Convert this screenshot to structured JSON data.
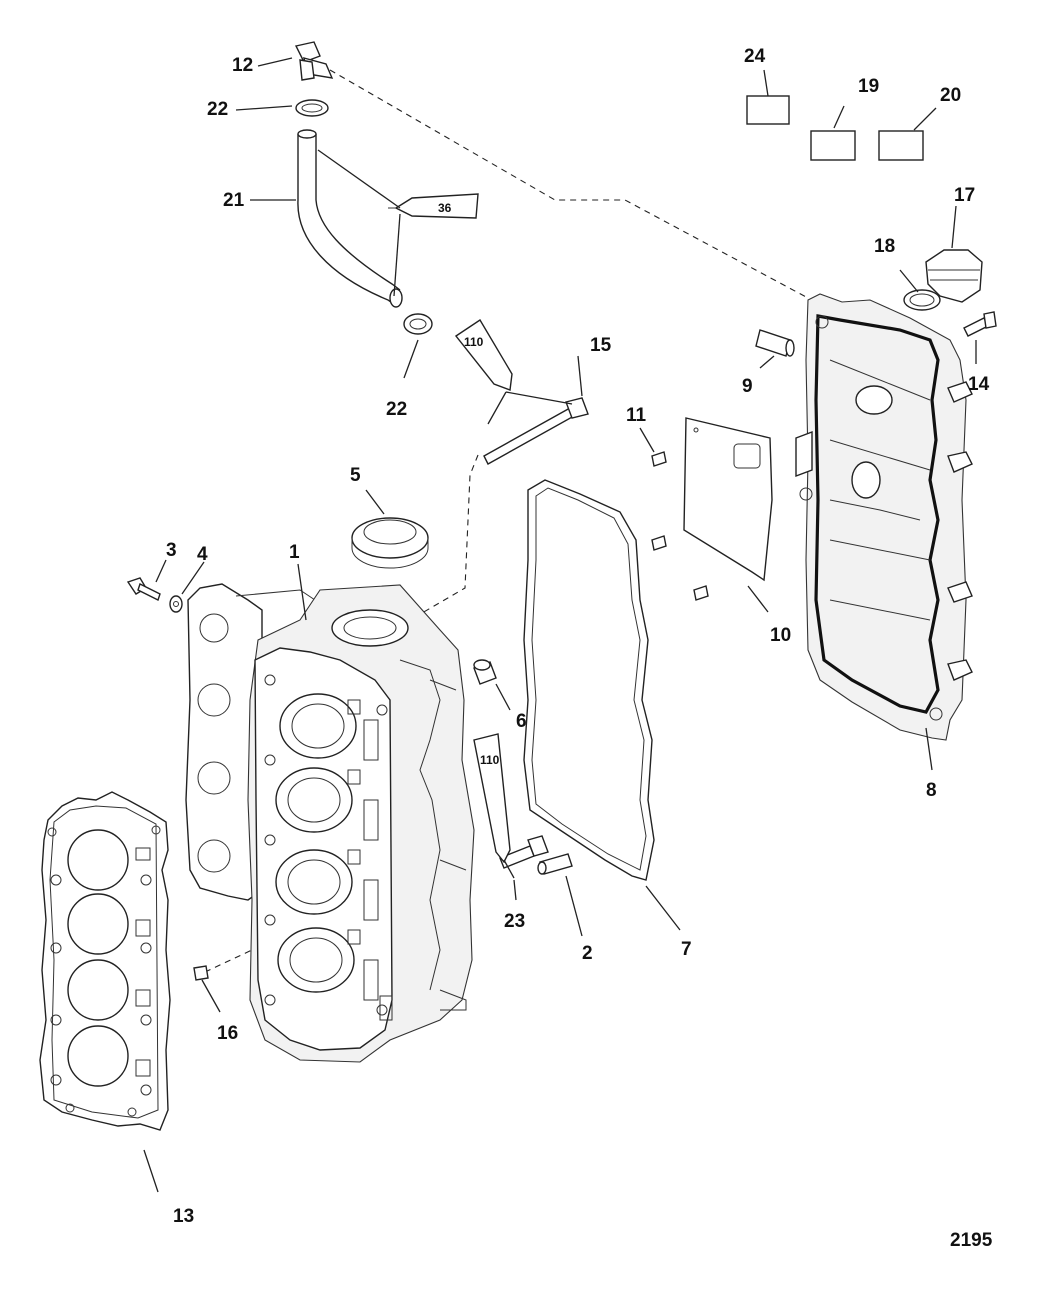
{
  "figure_number": "2195",
  "callouts": [
    {
      "id": "1",
      "label": "1"
    },
    {
      "id": "2",
      "label": "2"
    },
    {
      "id": "3",
      "label": "3"
    },
    {
      "id": "4",
      "label": "4"
    },
    {
      "id": "5",
      "label": "5"
    },
    {
      "id": "6",
      "label": "6"
    },
    {
      "id": "7",
      "label": "7"
    },
    {
      "id": "8",
      "label": "8"
    },
    {
      "id": "9",
      "label": "9"
    },
    {
      "id": "10",
      "label": "10"
    },
    {
      "id": "11",
      "label": "11"
    },
    {
      "id": "12",
      "label": "12"
    },
    {
      "id": "13",
      "label": "13"
    },
    {
      "id": "14",
      "label": "14"
    },
    {
      "id": "15",
      "label": "15"
    },
    {
      "id": "16",
      "label": "16"
    },
    {
      "id": "17",
      "label": "17"
    },
    {
      "id": "18",
      "label": "18"
    },
    {
      "id": "19",
      "label": "19"
    },
    {
      "id": "20",
      "label": "20"
    },
    {
      "id": "21",
      "label": "21"
    },
    {
      "id": "22a",
      "label": "22"
    },
    {
      "id": "22b",
      "label": "22"
    },
    {
      "id": "23",
      "label": "23"
    },
    {
      "id": "24",
      "label": "24"
    }
  ],
  "sealant_tubes": [
    {
      "id": "tube-36",
      "label": "36"
    },
    {
      "id": "tube-110-top",
      "label": "110"
    },
    {
      "id": "tube-110-bottom",
      "label": "110"
    }
  ]
}
